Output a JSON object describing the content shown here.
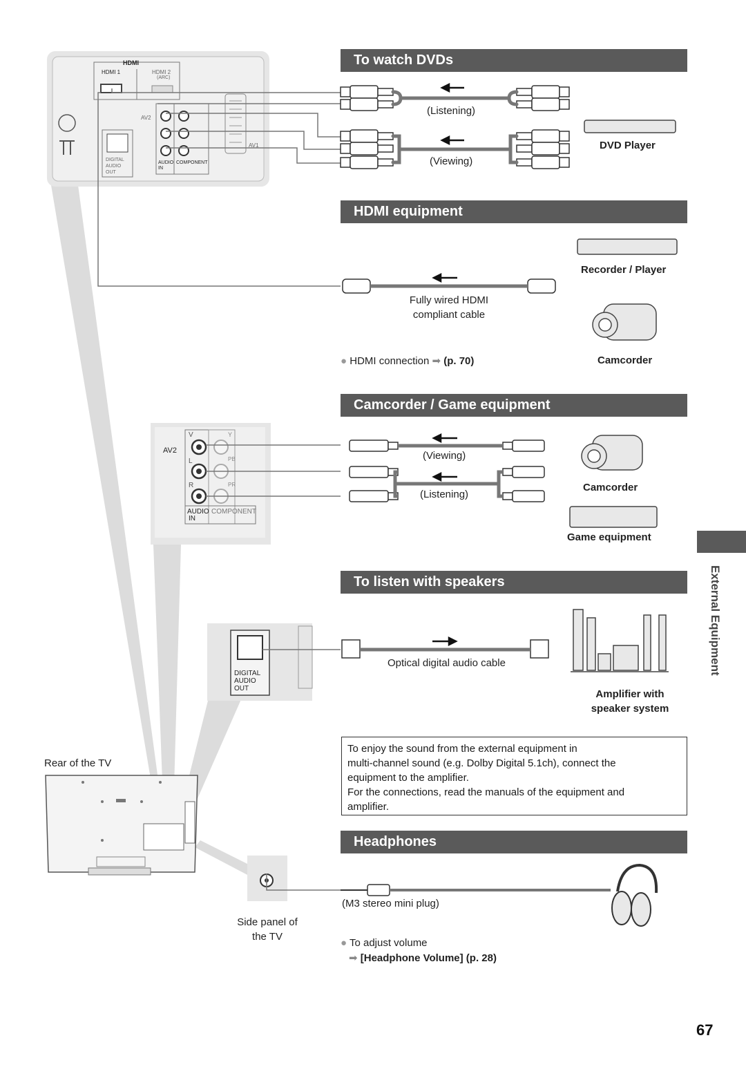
{
  "sections": {
    "dvd": "To watch DVDs",
    "hdmi": "HDMI equipment",
    "camcorder_game": "Camcorder / Game equipment",
    "speakers": "To listen with speakers",
    "headphones": "Headphones"
  },
  "dvd": {
    "listening": "(Listening)",
    "viewing": "(Viewing)",
    "device": "DVD Player"
  },
  "hdmi": {
    "device1": "Recorder / Player",
    "cable_line1": "Fully wired HDMI",
    "cable_line2": "compliant cable",
    "connection_text": "HDMI connection",
    "connection_ref": "(p. 70)",
    "device2": "Camcorder"
  },
  "camcorder_game": {
    "viewing": "(Viewing)",
    "listening": "(Listening)",
    "device1": "Camcorder",
    "device2": "Game equipment"
  },
  "speakers": {
    "cable": "Optical digital audio cable",
    "device_line1": "Amplifier with",
    "device_line2": "speaker system",
    "note_line1": "To enjoy the sound from the external equipment in",
    "note_line2": "multi-channel sound (e.g. Dolby Digital 5.1ch), connect the",
    "note_line3": "equipment to the amplifier.",
    "note_line4": "For the connections, read the manuals of the equipment and",
    "note_line5": "amplifier."
  },
  "headphones": {
    "plug": "(M3 stereo mini plug)",
    "adjust": "To adjust volume",
    "ref": "[Headphone Volume] (p. 28)"
  },
  "tv": {
    "rear": "Rear of the TV",
    "side_line1": "Side panel of",
    "side_line2": "the TV"
  },
  "panel_labels": {
    "hdmi_logo": "HDMI",
    "hdmi1": "HDMI 1",
    "hdmi2": "HDMI 2",
    "arc": "(ARC)",
    "av2": "AV2",
    "av1": "AV1",
    "digital": "DIGITAL",
    "audio": "AUDIO",
    "out": "OUT",
    "audio_in": "AUDIO",
    "in": "IN",
    "component": "COMPONENT",
    "v": "V",
    "l": "L",
    "r": "R",
    "y": "Y",
    "pb": "PB",
    "pr": "PR"
  },
  "side_tab": "External Equipment",
  "page_number": "67"
}
